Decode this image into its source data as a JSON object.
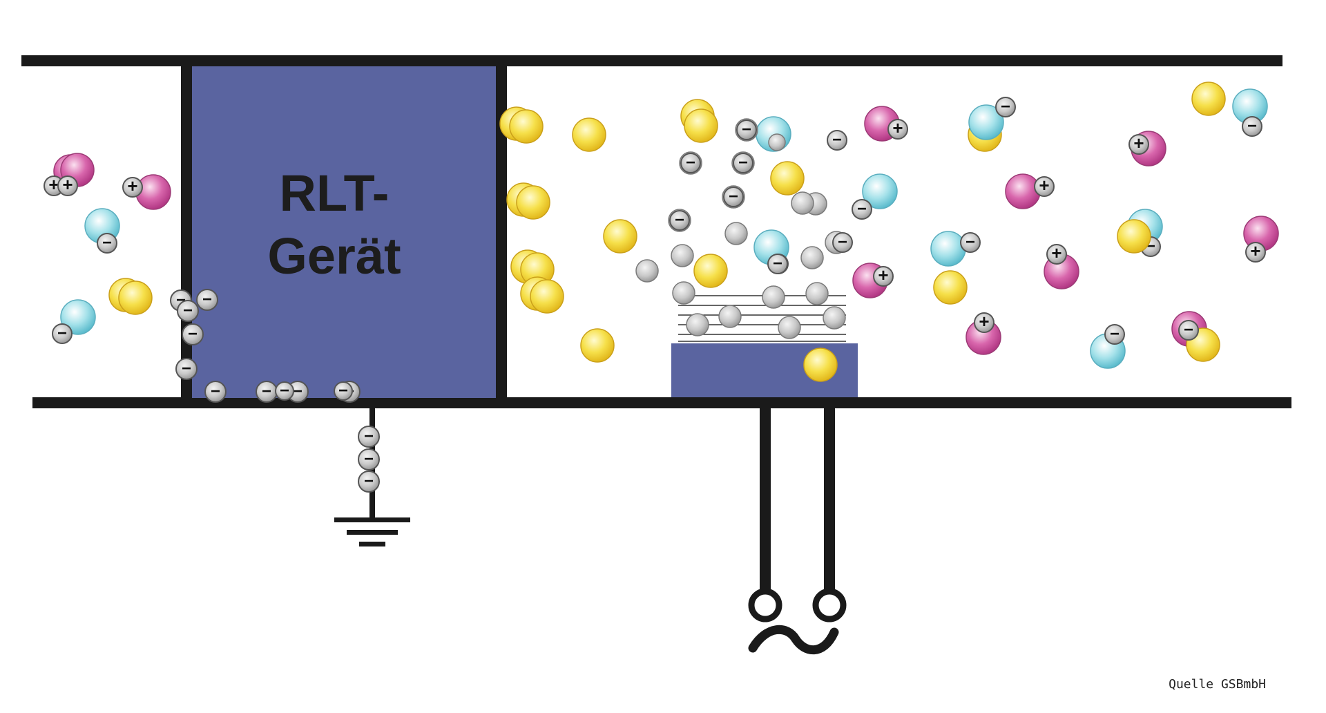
{
  "device": {
    "title_line1": "RLT-",
    "title_line2": "Gerät"
  },
  "source": "Quelle GSBmbH",
  "symbols": {
    "negative": "−",
    "positive": "+",
    "ac": "~"
  },
  "particle_kinds": [
    "yellow",
    "cyan-with-negative-charge",
    "magenta-with-positive-charge",
    "gray-negative-ion",
    "gray-neutral"
  ],
  "colors": {
    "duct": "#1a1a1a",
    "device_fill": "#5a64a0",
    "electrode_fill": "#5a64a0",
    "yellow": "#f4e04a",
    "cyan": "#9fdde6",
    "magenta": "#d45aa6",
    "gray": "#c8c8c8"
  },
  "icons": [
    "ground-symbol-icon",
    "ac-power-icon",
    "electrode-plates-icon"
  ]
}
